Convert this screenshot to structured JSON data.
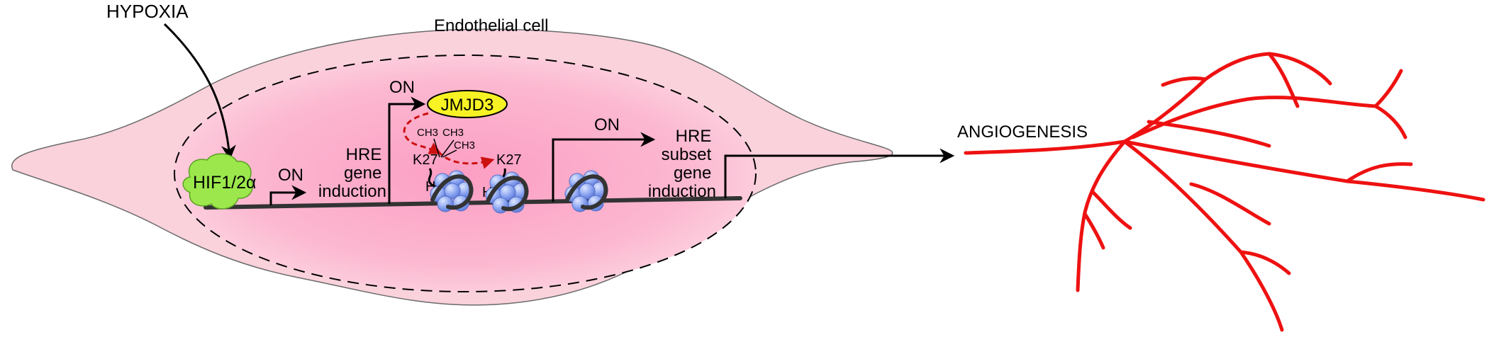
{
  "labels": {
    "hypoxia": "HYPOXIA",
    "cell": "Endothelial cell",
    "hif": "HIF1/2α",
    "on1": "ON",
    "on2": "ON",
    "on3": "ON",
    "hre_gene_induction": [
      "HRE",
      "gene",
      "induction"
    ],
    "jmjd3": "JMJD3",
    "ch3_a": "CH3",
    "ch3_b": "CH3",
    "ch3_c": "CH3",
    "k27_left": "K27",
    "k27_right": "K27",
    "h3_left": "H3",
    "h3_right": "H3",
    "hre_subset": [
      "HRE",
      "subset",
      "gene",
      "induction"
    ],
    "angiogenesis": "ANGIOGENESIS"
  },
  "colors": {
    "cell_fill": "#fad2dc",
    "nucleus_center": "#fc9ec3",
    "nucleus_edge": "#fcd0de",
    "hif_fill": "#9ce84c",
    "jmjd3_fill": "#f7f224",
    "nucleosome_fill": "#8aa4f0",
    "methyl_arrow": "#cc1111",
    "vessel": "#ee1111"
  },
  "icons": {
    "nucleosome": "nucleosome-icon",
    "vessels": "blood-vessel-branches-icon"
  }
}
